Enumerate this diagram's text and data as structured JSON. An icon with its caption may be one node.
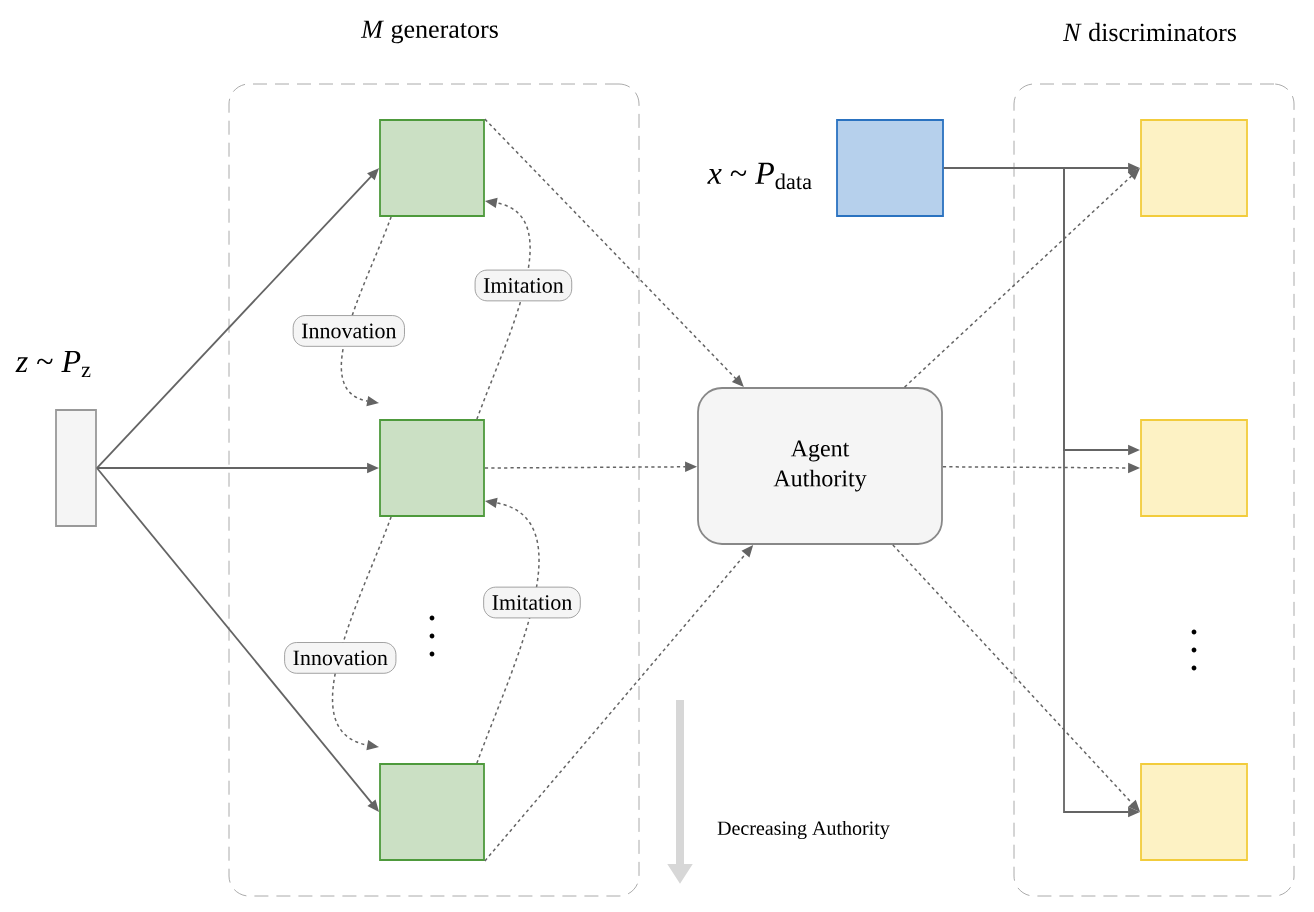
{
  "diagram": {
    "nodes": [
      {
        "text": [
          "*M* generators"
        ]
      },
      {
        "text": [],
        "shape": "box",
        "in": 0
      },
      {
        "text": [],
        "shape": "box",
        "in": 0
      },
      {
        "text": [],
        "shape": "box",
        "in": 0
      },
      {
        "text": [],
        "shape": "box",
        "beside": [
          "*z* ~ *P*$_{z}$"
        ]
      },
      {
        "text": [],
        "shape": "box",
        "beside": [
          "*x* ~ *P*$_{data}$"
        ]
      },
      {
        "text": [
          "Agent Authority"
        ]
      },
      {
        "text": [
          "*N* discriminators"
        ]
      },
      {
        "text": [],
        "shape": "box",
        "in": 7
      },
      {
        "text": [],
        "shape": "box",
        "in": 7
      },
      {
        "text": [],
        "shape": "box",
        "in": 7
      }
    ],
    "edges": [
      {
        "from": 4,
        "to": 1,
        "arrow": "to"
      },
      {
        "from": 4,
        "to": 2,
        "arrow": "to"
      },
      {
        "from": 4,
        "to": 3,
        "arrow": "to"
      },
      {
        "from": 1,
        "to": 2,
        "arrow": "to",
        "label": "Innovation",
        "style": "dashed"
      },
      {
        "from": 2,
        "to": 1,
        "arrow": "to",
        "label": "Imitation",
        "style": "dashed"
      },
      {
        "from": 2,
        "to": 3,
        "arrow": "to",
        "label": "Innovation",
        "style": "dashed"
      },
      {
        "from": 3,
        "to": 2,
        "arrow": "to",
        "label": "Imitation",
        "style": "dashed"
      },
      {
        "from": 1,
        "to": 6,
        "arrow": "to",
        "style": "dashed"
      },
      {
        "from": 2,
        "to": 6,
        "arrow": "to",
        "style": "dashed"
      },
      {
        "from": 3,
        "to": 6,
        "arrow": "to",
        "style": "dashed"
      },
      {
        "from": 6,
        "to": 8,
        "arrow": "to",
        "style": "dashed"
      },
      {
        "from": 6,
        "to": 9,
        "arrow": "to",
        "style": "dashed"
      },
      {
        "from": 6,
        "to": 10,
        "arrow": "to",
        "style": "dashed"
      },
      {
        "from": 5,
        "to": 8,
        "arrow": "to"
      },
      {
        "from": 5,
        "to": 9,
        "arrow": "to"
      },
      {
        "from": 5,
        "to": 10,
        "arrow": "to"
      }
    ],
    "labels": [
      "Decreasing Authority"
    ]
  }
}
